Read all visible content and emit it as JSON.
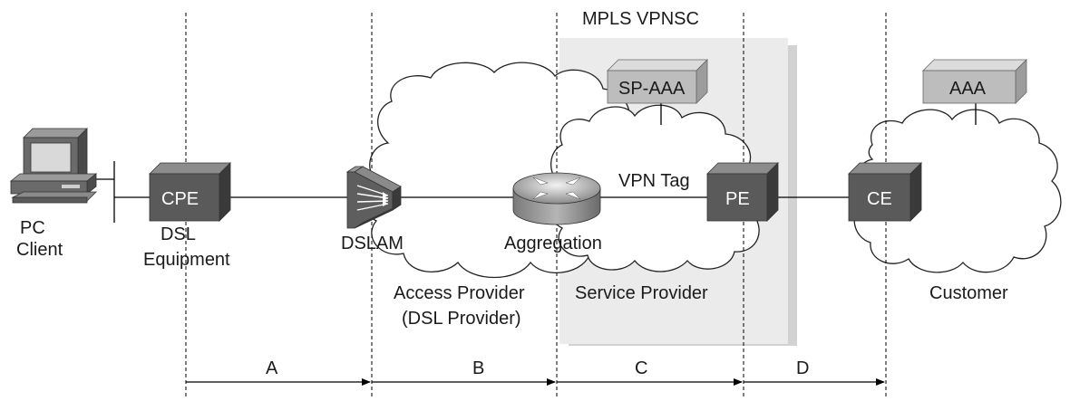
{
  "title": "MPLS VPNSC",
  "colors": {
    "device_face": "#5a5a5a",
    "device_top": "#8c8c8c",
    "device_side": "#3a3a3a",
    "aaa_face": "#bdbdbd",
    "aaa_top": "#dcdcdc",
    "aaa_side": "#9c9c9c",
    "vpnsc_panel": "#e9e9e9",
    "vpnsc_shadow": "#cfcfcf"
  },
  "devices": {
    "pc": "PC",
    "pc_client": "Client",
    "cpe": "CPE",
    "dsl_equipment_line1": "DSL",
    "dsl_equipment_line2": "Equipment",
    "dslam": "DSLAM",
    "aggregation": "Aggregation",
    "pe": "PE",
    "ce": "CE",
    "sp_aaa": "SP-AAA",
    "aaa": "AAA"
  },
  "links": {
    "vpn_tag": "VPN Tag"
  },
  "clouds": {
    "access_provider_line1": "Access Provider",
    "access_provider_line2": "(DSL Provider)",
    "service_provider": "Service Provider",
    "customer": "Customer"
  },
  "segments": [
    "A",
    "B",
    "C",
    "D"
  ],
  "icons": {
    "pc": "computer-icon",
    "dslam": "dslam-icon",
    "router": "router-icon",
    "cloud": "cloud-icon"
  }
}
